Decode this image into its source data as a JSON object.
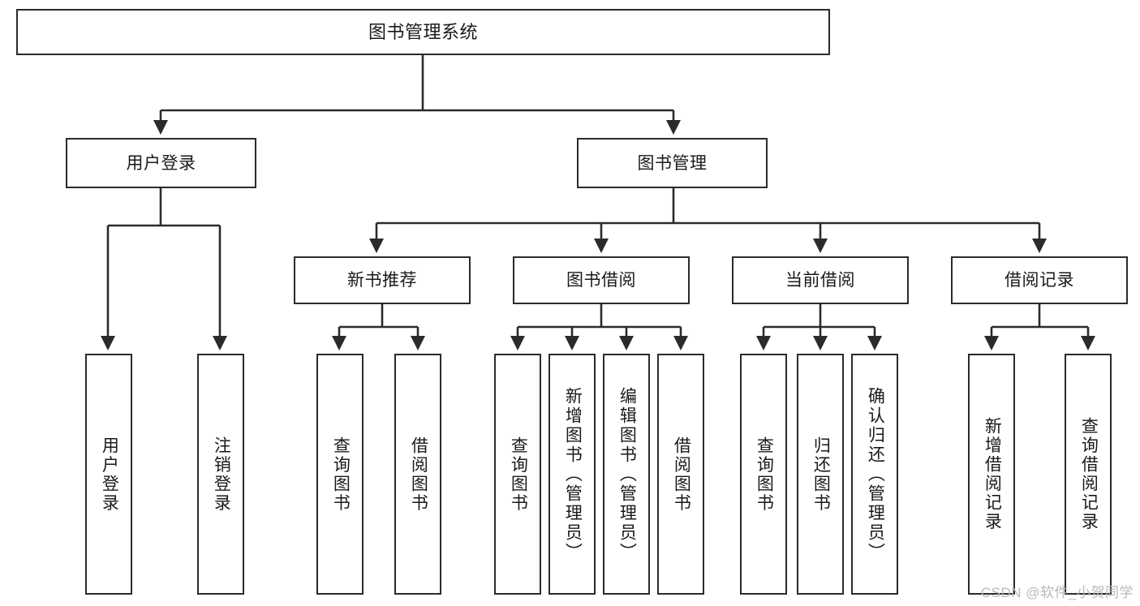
{
  "diagram": {
    "title": "图书管理系统",
    "type": "tree",
    "watermark": "CSDN @软件_小贺同学",
    "colors": {
      "stroke": "#2b2b2b",
      "fill": "#ffffff",
      "text": "#1a1a1a",
      "watermark": "#b9b9b9"
    },
    "levels": {
      "root": {
        "label": "图书管理系统"
      },
      "level2": [
        {
          "label": "用户登录"
        },
        {
          "label": "图书管理"
        }
      ],
      "level3": [
        {
          "label": "新书推荐"
        },
        {
          "label": "图书借阅"
        },
        {
          "label": "当前借阅"
        },
        {
          "label": "借阅记录"
        }
      ],
      "leaves": {
        "user_login": [
          {
            "label": "用户登录"
          },
          {
            "label": "注销登录"
          }
        ],
        "new_book": [
          {
            "label": "查询图书"
          },
          {
            "label": "借阅图书"
          }
        ],
        "book_borrow": [
          {
            "label": "查询图书"
          },
          {
            "label": "新增图书（管理员）"
          },
          {
            "label": "编辑图书（管理员）"
          },
          {
            "label": "借阅图书"
          }
        ],
        "current_borrow": [
          {
            "label": "查询图书"
          },
          {
            "label": "归还图书"
          },
          {
            "label": "确认归还（管理员）"
          }
        ],
        "borrow_record": [
          {
            "label": "新增借阅记录"
          },
          {
            "label": "查询借阅记录"
          }
        ]
      }
    }
  }
}
